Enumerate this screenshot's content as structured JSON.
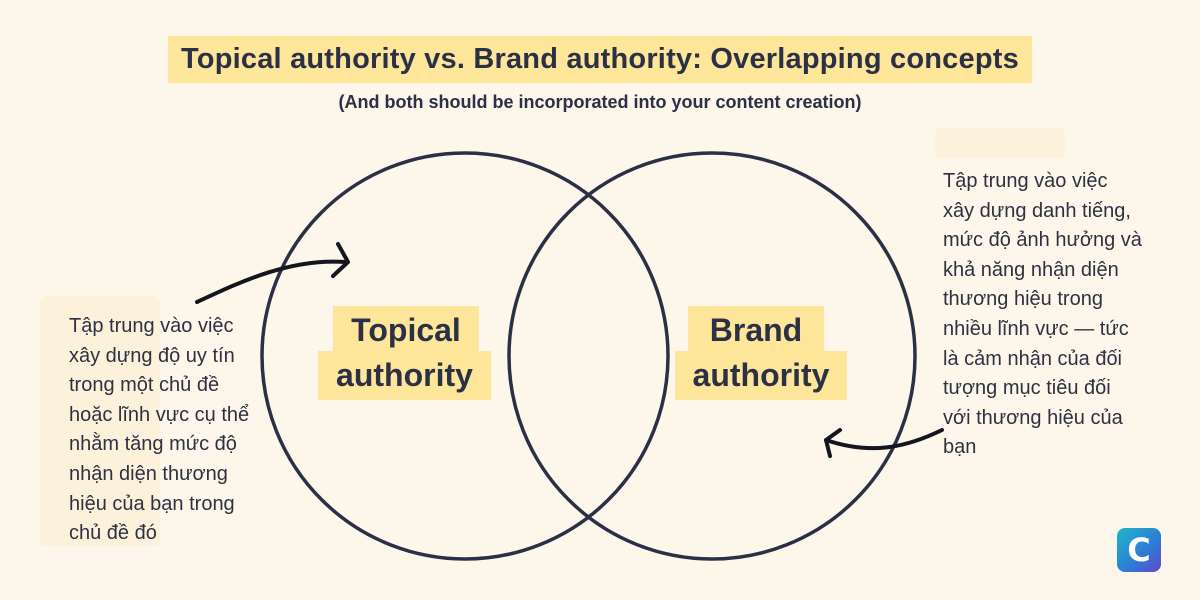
{
  "header": {
    "title": "Topical authority vs. Brand authority: Overlapping concepts",
    "subtitle": "(And both should be incorporated into your content creation)"
  },
  "venn": {
    "left_label_line1": "Topical",
    "left_label_line2": "authority",
    "right_label_line1": "Brand",
    "right_label_line2": "authority"
  },
  "descriptions": {
    "left": "Tập trung vào việc\nxây dựng độ uy tín\ntrong một chủ đề\nhoặc lĩnh vực cụ thể\nnhằm tăng mức độ\nnhận diện thương\nhiệu của bạn trong\nchủ đề đó",
    "right": "Tập trung vào việc\nxây dựng danh tiếng,\nmức độ ảnh hưởng và\nkhả năng nhận diện\nthương hiệu trong\nnhiều lĩnh vực — tức\nlà cảm nhận của đối\ntượng mục tiêu đối\nvới thương hiệu của\nbạn"
  },
  "logo": {
    "letter": "C"
  },
  "colors": {
    "background": "#fcf7ea",
    "highlight": "#fde69a",
    "ink": "#2b3046"
  }
}
